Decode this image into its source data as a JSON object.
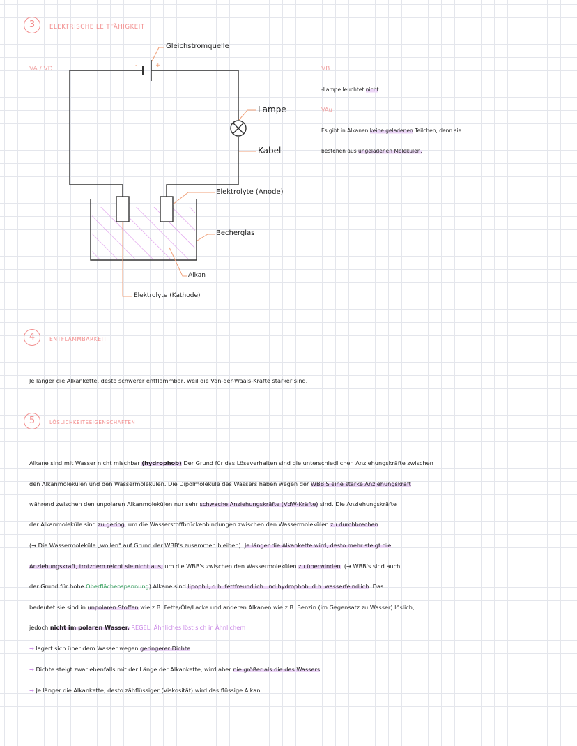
{
  "section3": {
    "number": "3",
    "title": "ELEKTRISCHE LEITFÄHIGKEIT",
    "va_label": "VA / VD",
    "diagram": {
      "power_source": "Gleichstromquelle",
      "plus": "+",
      "minus": "-",
      "lamp": "Lampe",
      "cable": "Kabel",
      "anode": "Elektrolyte (Anode)",
      "beaker": "Becherglas",
      "alkane": "Alkan",
      "cathode": "Elektrolyte (Kathode)"
    },
    "vb_label": "VB",
    "vb_text_pre": "-Lampe leuchtet ",
    "vb_text_hl": "nicht",
    "va2_label": "VAu",
    "expl_line1_pre": "Es gibt in Alkanen ",
    "expl_line1_hl": "keine geladenen",
    "expl_line1_post": " Teilchen, denn sie",
    "expl_line2_pre": "bestehen aus ",
    "expl_line2_hl": "ungeladenen Molekülen."
  },
  "section4": {
    "number": "4",
    "title": "ENTFLAMMBARKEIT",
    "text": "Je länger die Alkankette, desto schwerer entflammbar, weil die Van-der-Waals-Kräfte stärker sind."
  },
  "section5": {
    "number": "5",
    "title": "LÖSLICHKEITSEIGENSCHAFTEN",
    "l1a": "Alkane sind mit Wasser nicht mischbar ",
    "l1b": "(hydrophob)",
    "l1c": " Der Grund für das Löseverhalten sind die unterschiedlichen Anziehungskräfte zwischen",
    "l2a": "den Alkanmolekülen und den Wassermolekülen. Die Dipolmoleküle des Wassers haben wegen der ",
    "l2b": "WBB'S eine starke Anziehungskraft",
    "l3a": "während zwischen den unpolaren Alkanmolekülen nur sehr ",
    "l3b": "schwache Anziehungskräfte (VdW-Kräfte)",
    "l3c": " sind. Die Anziehungskräfte",
    "l4a": "der Alkanmoleküle sind ",
    "l4b": "zu gering",
    "l4c": ", um die Wasserstoffbrückenbindungen zwischen den Wassermolekülen ",
    "l4d": "zu durchbrechen",
    "l4e": ".",
    "l5a": "(→ Die Wassermoleküle „wollen\" auf Grund der WBB's zusammen bleiben). ",
    "l5b": "Je länger die Alkankette wird, desto mehr steigt die",
    "l6a": "Anziehungskraft, trotzdem reicht sie nicht aus,",
    "l6b": " um die WBB's zwischen den Wassermolekülen ",
    "l6c": "zu überwinden",
    "l6d": ". (→ WBB's sind auch",
    "l7a": "der Grund für hohe ",
    "l7b": "Oberflächenspannung",
    "l7c": ") Alkane sind ",
    "l7d": "lipophil, d.h. fettfreundlich und hydrophob, d.h. wasserfeindlich",
    "l7e": ". Das",
    "l8a": "bedeutet sie sind in ",
    "l8b": "unpolaren Stoffen",
    "l8c": " wie z.B. Fette/Öle/Lacke und anderen Alkanen wie z.B. Benzin (im Gegensatz zu Wasser) löslich,",
    "l9a": "jedoch ",
    "l9b": "nicht im polaren Wasser.",
    "l9c": " REGEL: Ähnliches löst sich in Ähnlichem",
    "b1a": " lagert sich über dem Wasser wegen ",
    "b1b": "geringerer Dichte",
    "b2a": " Dichte steigt zwar ebenfalls mit der Länge der Alkankette, wird aber ",
    "b2b": "nie größer als die des Wassers",
    "b3": " Je länger die Alkankette, desto zähflüssiger (Viskosität) wird das flüssige Alkan.",
    "arrow": "→"
  }
}
